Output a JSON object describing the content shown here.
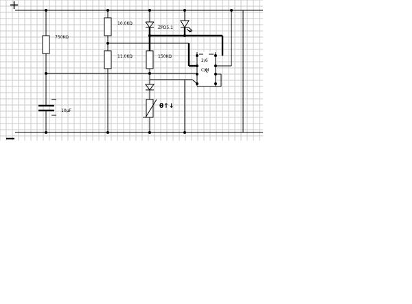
{
  "supply": {
    "positive_label": "+",
    "negative_label": "−"
  },
  "components": {
    "r1_label": "750KΩ",
    "c1_label": "10μF",
    "r2_label": "10.0KΩ",
    "r3_label": "11.0KΩ",
    "zener_label": "ZPD5.1",
    "r4_label": "150KΩ",
    "thermistor_label": "θ↑↓",
    "ic_label_top": "2/6",
    "ic_label_bottom": "C/M"
  },
  "colors": {
    "grid": "#c8c8c8",
    "wire": "#000000",
    "background": "#ffffff"
  }
}
